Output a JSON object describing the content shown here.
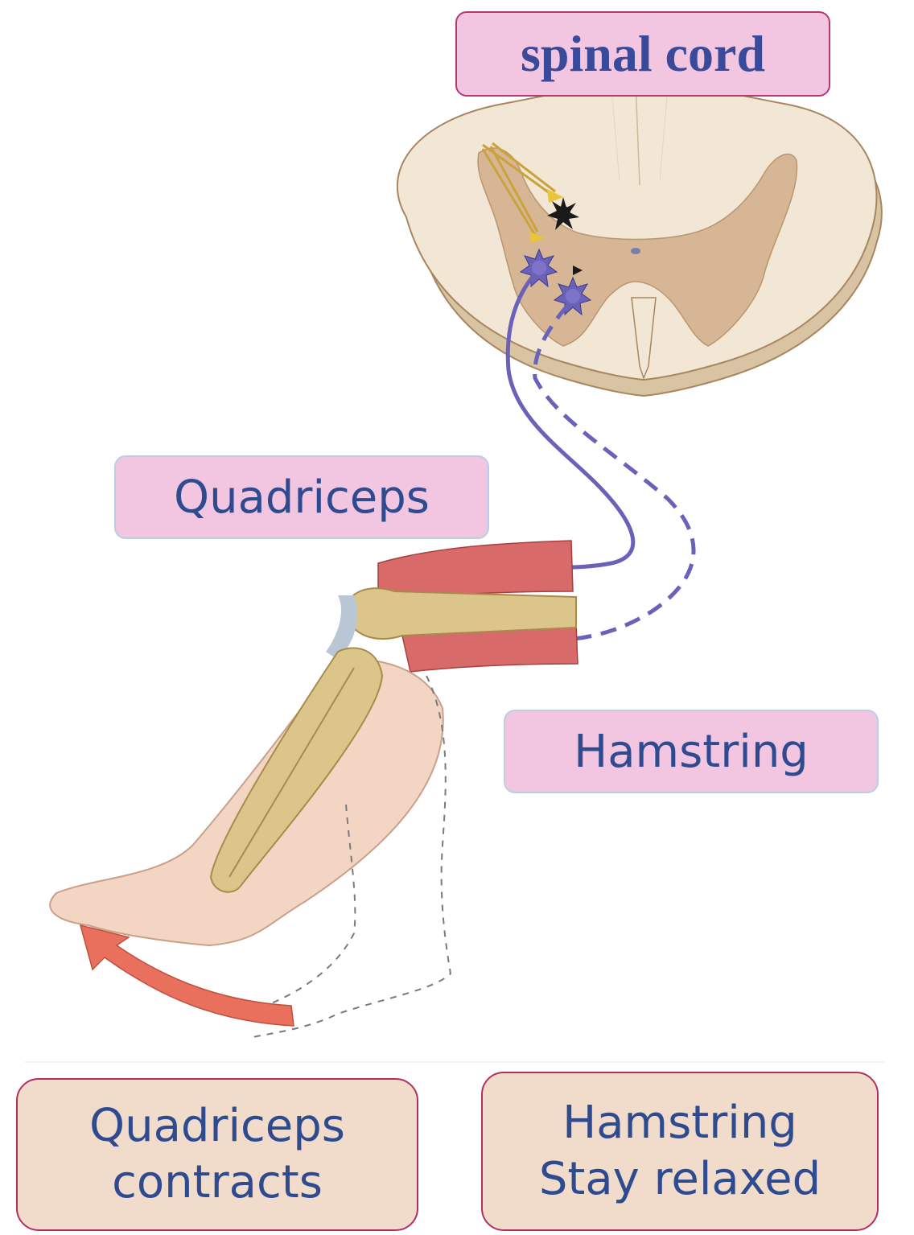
{
  "labels": {
    "title": "spinal cord",
    "quadriceps": "Quadriceps",
    "hamstring": "Hamstring",
    "quad_result_line1": "Quadriceps",
    "quad_result_line2": "contracts",
    "ham_result_line1": "Hamstring",
    "ham_result_line2": "Stay relaxed"
  },
  "colors": {
    "label_pink": "#f2c6e1",
    "label_tan": "#f1dccb",
    "text_blue": "#2f4b8f",
    "nerve_purple": "#6a62b8",
    "arrow_red": "#e8705c",
    "muscle_red": "#d96a6a",
    "bone": "#dcc58a",
    "skin": "#f3d5c4",
    "cord_white_matter": "#f2e7d5",
    "cord_grey_matter": "#d7b696"
  }
}
